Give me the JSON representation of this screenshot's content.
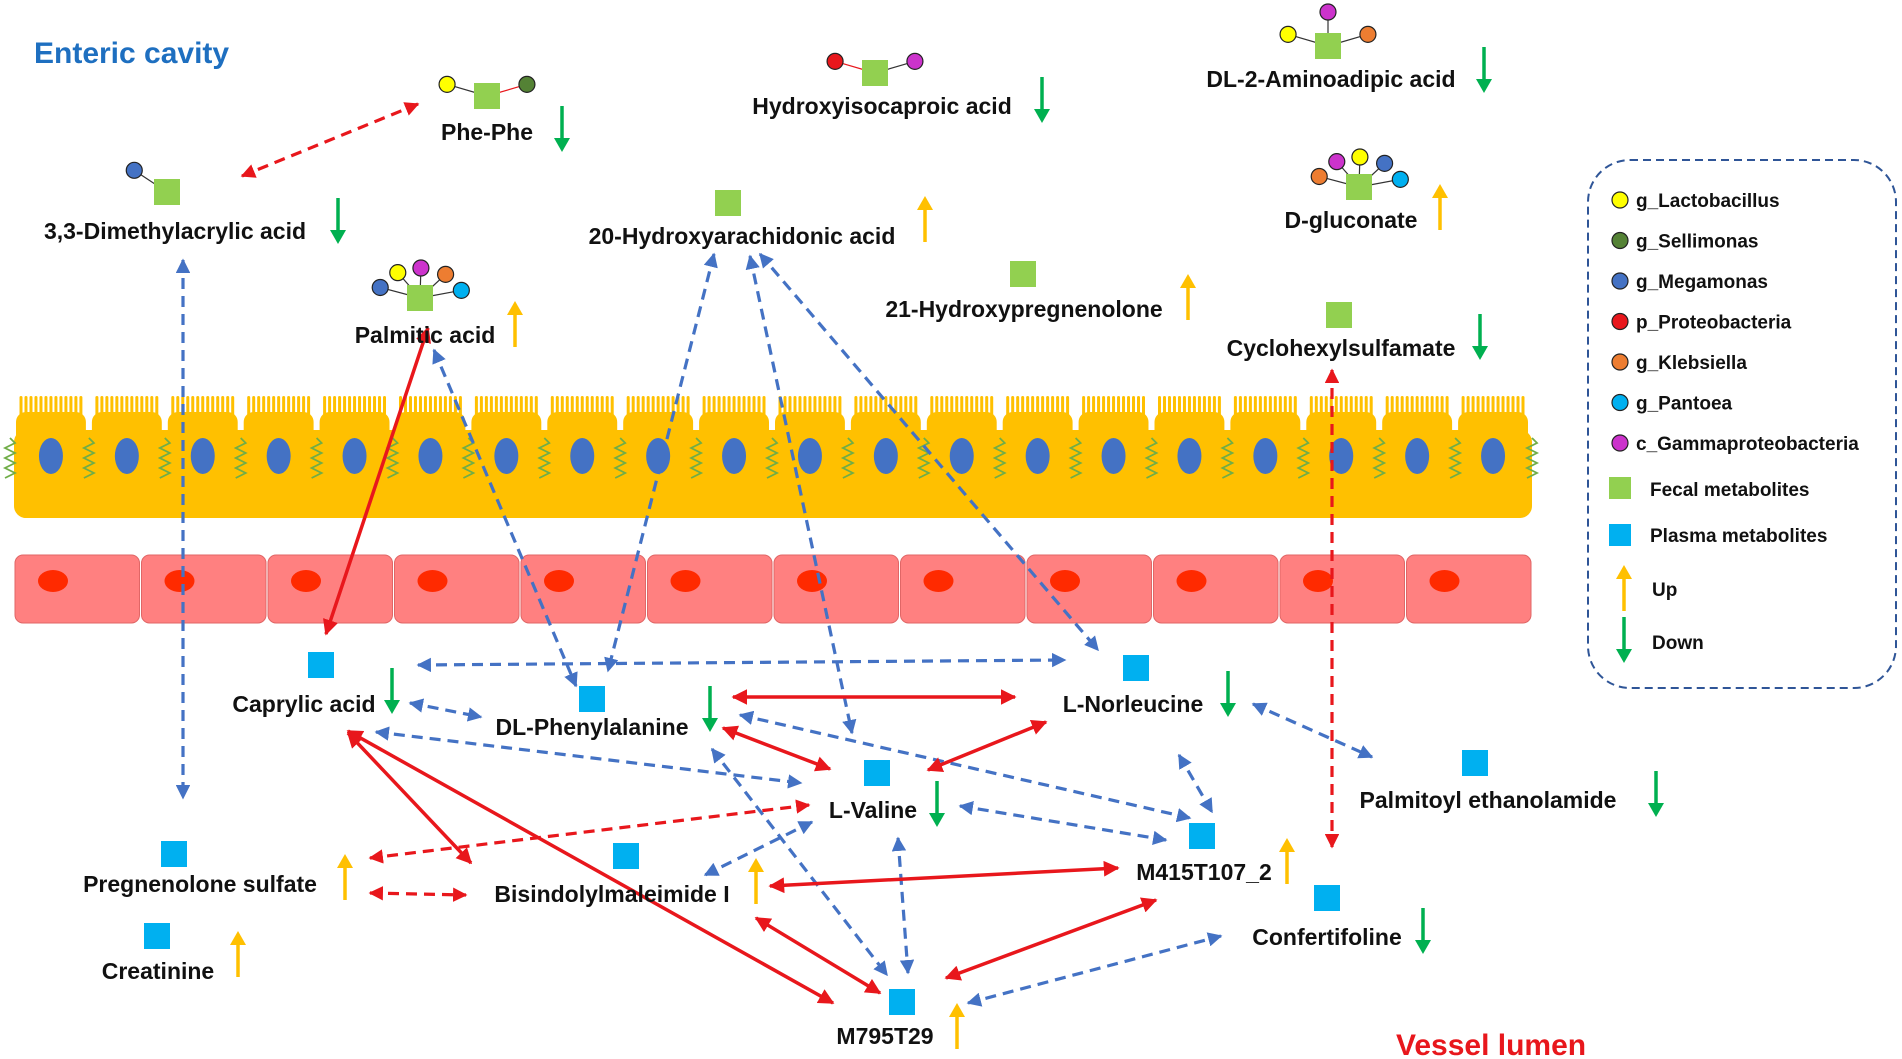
{
  "regions": {
    "enteric": {
      "label": "Enteric cavity",
      "color": "#1e6fc0"
    },
    "vessel": {
      "label": "Vessel lumen",
      "color": "#e8171c"
    }
  },
  "colors": {
    "fecal": "#92d050",
    "plasma": "#00b0f0",
    "up": "#ffc000",
    "down": "#00b050",
    "blue_arrow": "#4472c4",
    "red_arrow": "#e8171c",
    "epithelium": "#ffc000",
    "nucleus": "#4472c4",
    "endothelium": "#ff8080",
    "endo_nucleus": "#ff2a00"
  },
  "metabolites": [
    {
      "id": "phe-phe",
      "label": "Phe-Phe",
      "type": "fecal",
      "trend": "down",
      "bacteria": [
        "g_Lactobacillus",
        "g_Sellimonas"
      ]
    },
    {
      "id": "hydroxyisocaproic",
      "label": "Hydroxyisocaproic acid",
      "type": "fecal",
      "trend": "down",
      "bacteria": [
        "p_Proteobacteria",
        "c_Gammaproteobacteria"
      ]
    },
    {
      "id": "aminoadipic",
      "label": "DL-2-Aminoadipic acid",
      "type": "fecal",
      "trend": "down",
      "bacteria": [
        "g_Lactobacillus",
        "c_Gammaproteobacteria",
        "g_Klebsiella"
      ]
    },
    {
      "id": "dimethylacrylic",
      "label": "3,3-Dimethylacrylic acid",
      "type": "fecal",
      "trend": "down",
      "bacteria": [
        "g_Megamonas"
      ]
    },
    {
      "id": "hydroxyarachidonic",
      "label": "20-Hydroxyarachidonic acid",
      "type": "fecal",
      "trend": "up",
      "bacteria": []
    },
    {
      "id": "gluconate",
      "label": "D-gluconate",
      "type": "fecal",
      "trend": "up",
      "bacteria": [
        "g_Klebsiella",
        "c_Gammaproteobacteria",
        "g_Lactobacillus",
        "g_Megamonas",
        "g_Pantoea"
      ]
    },
    {
      "id": "hydroxypregnenolone",
      "label": "21-Hydroxypregnenolone",
      "type": "fecal",
      "trend": "up",
      "bacteria": []
    },
    {
      "id": "palmitic",
      "label": "Palmitic acid",
      "type": "fecal",
      "trend": "up",
      "bacteria": [
        "g_Megamonas",
        "g_Lactobacillus",
        "c_Gammaproteobacteria",
        "g_Klebsiella",
        "g_Pantoea"
      ]
    },
    {
      "id": "cyclohexylsulfamate",
      "label": "Cyclohexylsulfamate",
      "type": "fecal",
      "trend": "down",
      "bacteria": []
    },
    {
      "id": "caprylic",
      "label": "Caprylic acid",
      "type": "plasma",
      "trend": "down"
    },
    {
      "id": "phenylalanine",
      "label": "DL-Phenylalanine",
      "type": "plasma",
      "trend": "down"
    },
    {
      "id": "norleucine",
      "label": "L-Norleucine",
      "type": "plasma",
      "trend": "down"
    },
    {
      "id": "valine",
      "label": "L-Valine",
      "type": "plasma",
      "trend": "down"
    },
    {
      "id": "palmitoyl",
      "label": "Palmitoyl ethanolamide",
      "type": "plasma",
      "trend": "down"
    },
    {
      "id": "m415",
      "label": "M415T107_2",
      "type": "plasma",
      "trend": "up"
    },
    {
      "id": "pregnenolone",
      "label": "Pregnenolone sulfate",
      "type": "plasma",
      "trend": "up"
    },
    {
      "id": "bisindolyl",
      "label": "Bisindolylmaleimide I",
      "type": "plasma",
      "trend": "up"
    },
    {
      "id": "confertifoline",
      "label": "Confertifoline",
      "type": "plasma",
      "trend": "down"
    },
    {
      "id": "creatinine",
      "label": "Creatinine",
      "type": "plasma",
      "trend": "up"
    },
    {
      "id": "m795",
      "label": "M795T29",
      "type": "plasma",
      "trend": "up"
    }
  ],
  "connections": [
    {
      "from": "phe-phe",
      "to": "dimethylacrylic",
      "color": "red",
      "style": "dashed"
    },
    {
      "from": "dimethylacrylic",
      "to": "pregnenolone",
      "color": "blue",
      "style": "dashed"
    },
    {
      "from": "palmitic",
      "to": "caprylic",
      "color": "red",
      "style": "solid"
    },
    {
      "from": "palmitic",
      "to": "phenylalanine",
      "color": "blue",
      "style": "dashed"
    },
    {
      "from": "hydroxyarachidonic",
      "to": "phenylalanine",
      "color": "blue",
      "style": "dashed"
    },
    {
      "from": "hydroxyarachidonic",
      "to": "valine",
      "color": "blue",
      "style": "dashed"
    },
    {
      "from": "hydroxyarachidonic",
      "to": "norleucine",
      "color": "blue",
      "style": "dashed"
    },
    {
      "from": "cyclohexylsulfamate",
      "to": "m415",
      "color": "red",
      "style": "dashed"
    },
    {
      "from": "caprylic",
      "to": "norleucine",
      "color": "blue",
      "style": "dashed"
    },
    {
      "from": "caprylic",
      "to": "phenylalanine",
      "color": "blue",
      "style": "dashed"
    },
    {
      "from": "caprylic",
      "to": "valine",
      "color": "blue",
      "style": "dashed"
    },
    {
      "from": "phenylalanine",
      "to": "norleucine",
      "color": "red",
      "style": "solid"
    },
    {
      "from": "phenylalanine",
      "to": "valine",
      "color": "red",
      "style": "solid"
    },
    {
      "from": "phenylalanine",
      "to": "m415",
      "color": "blue",
      "style": "dashed"
    },
    {
      "from": "phenylalanine",
      "to": "m795",
      "color": "blue",
      "style": "dashed"
    },
    {
      "from": "norleucine",
      "to": "valine",
      "color": "red",
      "style": "solid"
    },
    {
      "from": "norleucine",
      "to": "palmitoyl",
      "color": "blue",
      "style": "dashed"
    },
    {
      "from": "norleucine",
      "to": "m415",
      "color": "blue",
      "style": "dashed"
    },
    {
      "from": "valine",
      "to": "m415",
      "color": "blue",
      "style": "dashed"
    },
    {
      "from": "valine",
      "to": "m795",
      "color": "blue",
      "style": "dashed"
    },
    {
      "from": "valine",
      "to": "pregnenolone",
      "color": "red",
      "style": "dashed"
    },
    {
      "from": "valine",
      "to": "bisindolyl",
      "color": "blue",
      "style": "dashed"
    },
    {
      "from": "caprylic",
      "to": "bisindolyl",
      "color": "red",
      "style": "solid"
    },
    {
      "from": "caprylic",
      "to": "m795",
      "color": "red",
      "style": "solid"
    },
    {
      "from": "pregnenolone",
      "to": "bisindolyl",
      "color": "red",
      "style": "dashed"
    },
    {
      "from": "bisindolyl",
      "to": "m415",
      "color": "red",
      "style": "solid"
    },
    {
      "from": "bisindolyl",
      "to": "m795",
      "color": "red",
      "style": "solid"
    },
    {
      "from": "m415",
      "to": "m795",
      "color": "red",
      "style": "solid"
    },
    {
      "from": "m795",
      "to": "confertifoline",
      "color": "blue",
      "style": "dashed"
    }
  ],
  "legend": {
    "bacteria": [
      {
        "name": "g_Lactobacillus",
        "color": "#ffff00"
      },
      {
        "name": "g_Sellimonas",
        "color": "#548235"
      },
      {
        "name": "g_Megamonas",
        "color": "#4472c4"
      },
      {
        "name": "p_Proteobacteria",
        "color": "#e8171c"
      },
      {
        "name": "g_Klebsiella",
        "color": "#ed7d31"
      },
      {
        "name": "g_Pantoea",
        "color": "#00b0f0"
      },
      {
        "name": "c_Gammaproteobacteria",
        "color": "#cc33cc"
      }
    ],
    "fecal_label": "Fecal metabolites",
    "plasma_label": "Plasma metabolites",
    "up_label": "Up",
    "down_label": "Down"
  }
}
